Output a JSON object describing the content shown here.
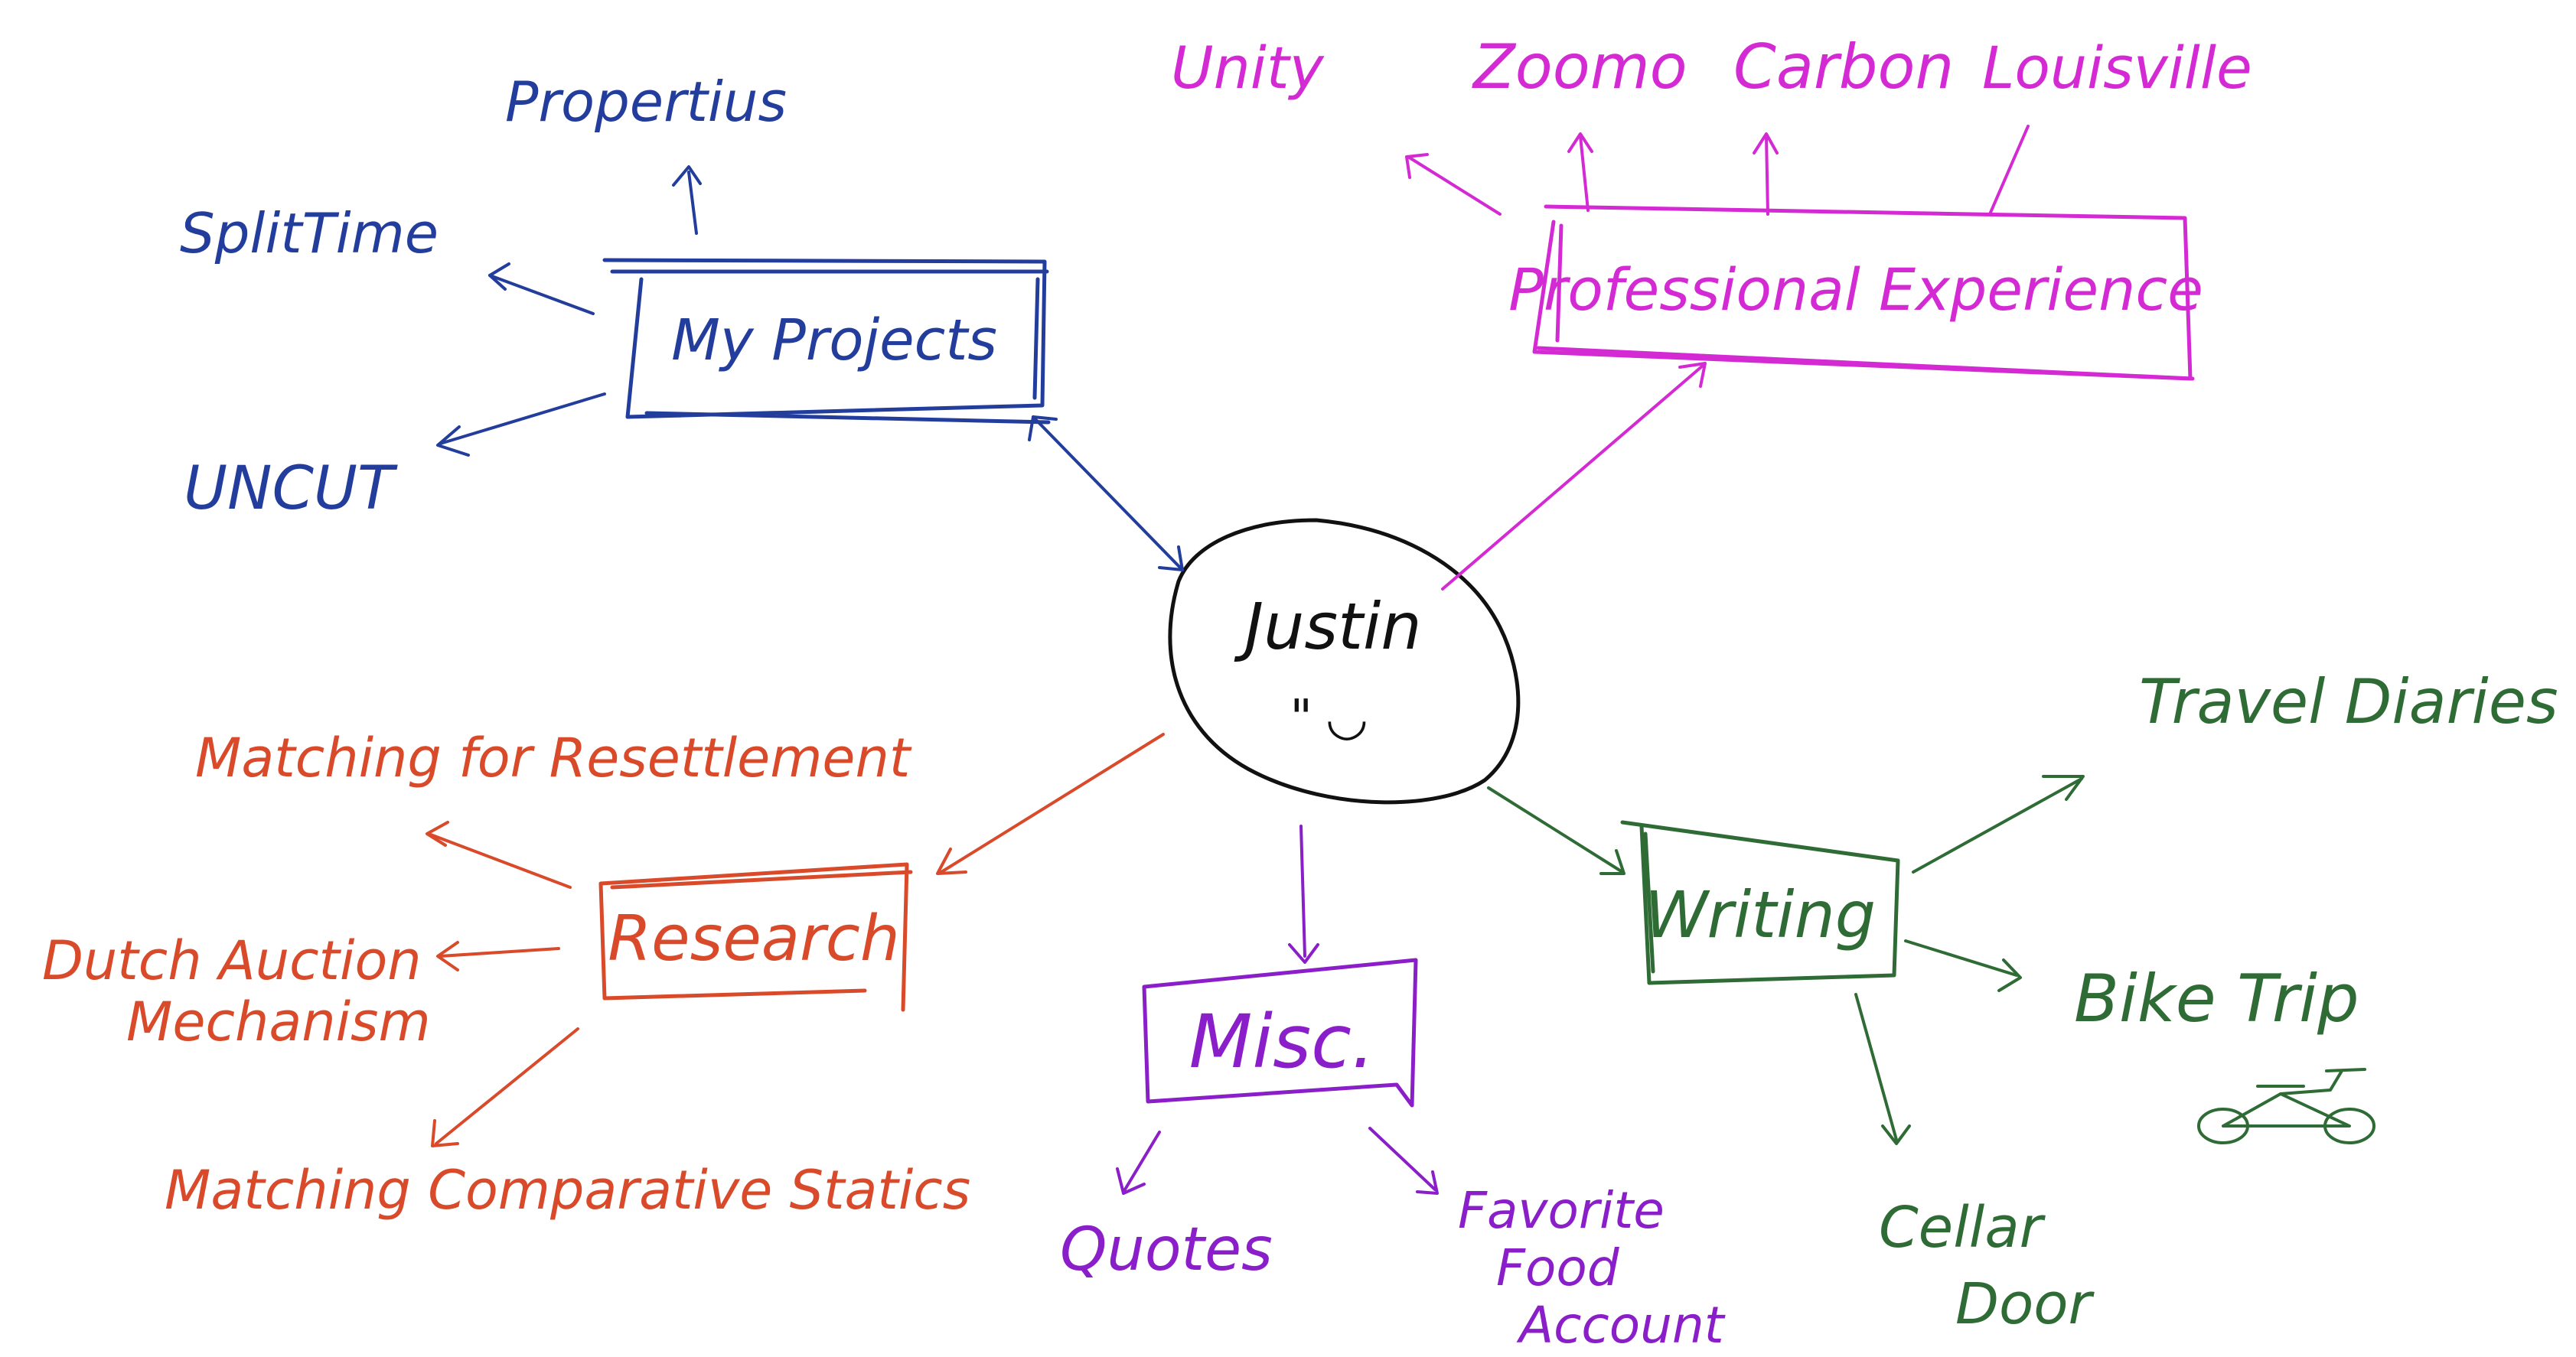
{
  "colors": {
    "black": "#111111",
    "blue": "#233d9c",
    "magenta": "#d42ad4",
    "red": "#d94a2a",
    "purple": "#8a1fc9",
    "green": "#2f6b35"
  },
  "center": {
    "label": "Justin",
    "face": "\" ◡"
  },
  "branches": {
    "projects": {
      "label": "My Projects",
      "items": [
        "Propertius",
        "SplitTime",
        "UNCUT"
      ]
    },
    "experience": {
      "label": "Professional Experience",
      "items": [
        "Unity",
        "Zoomo",
        "Carbon",
        "Louisville"
      ]
    },
    "research": {
      "label": "Research",
      "items": [
        "Matching for Resettlement",
        "Dutch Auction",
        "Mechanism",
        "Matching Comparative Statics"
      ]
    },
    "misc": {
      "label": "Misc.",
      "items": [
        "Quotes",
        "Favorite",
        "Food",
        "Account"
      ]
    },
    "writing": {
      "label": "Writing",
      "items": [
        "Travel Diaries",
        "Bike Trip",
        "Cellar",
        "Door"
      ],
      "icons": [
        "bicycle-icon"
      ]
    }
  }
}
